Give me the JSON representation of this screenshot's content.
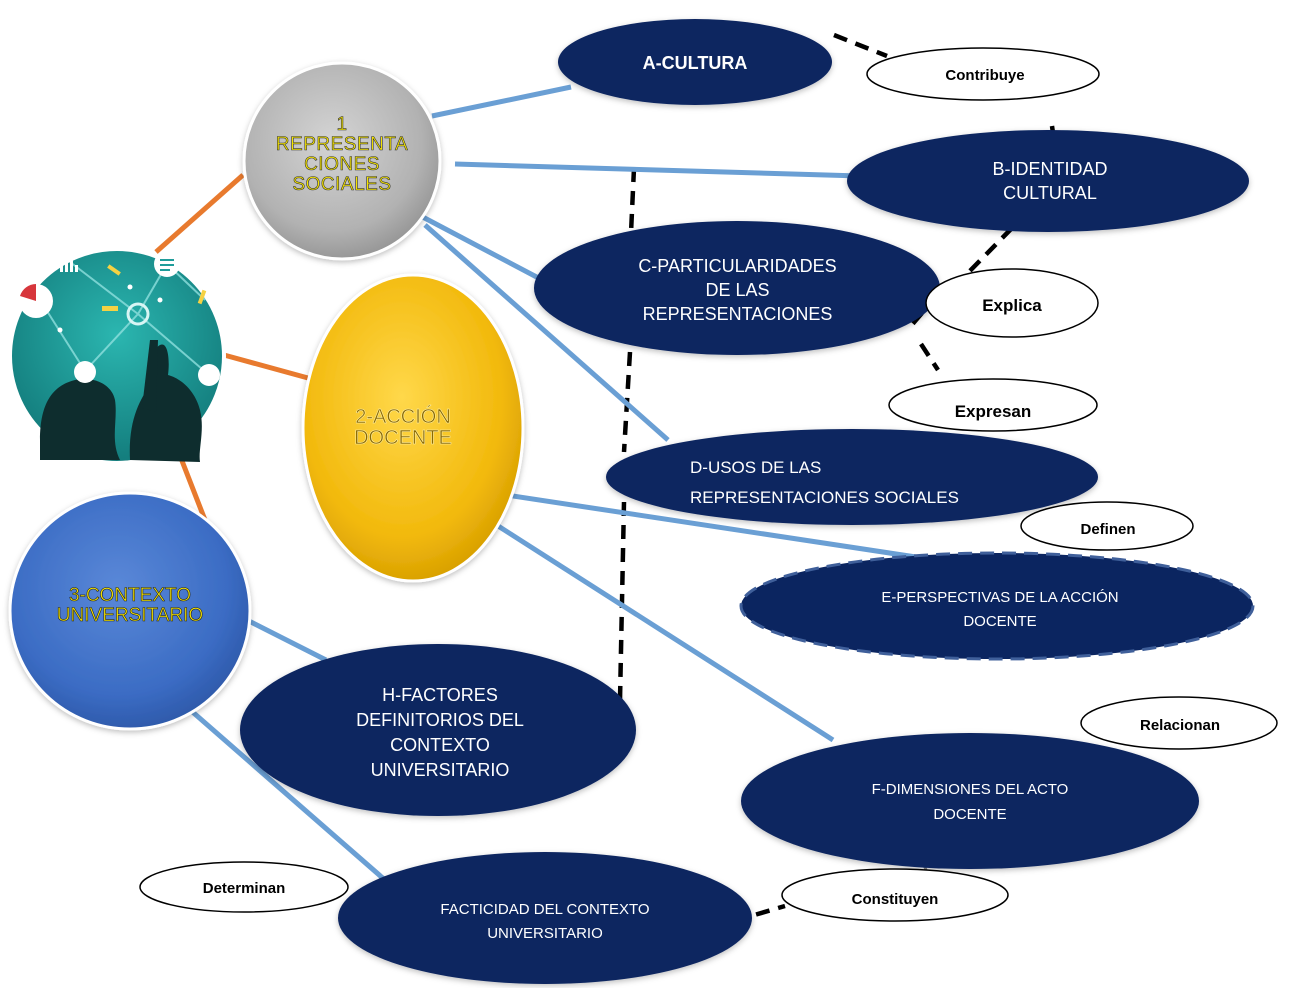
{
  "main_nodes": {
    "representaciones": "1\nREPRESENTA\nCIONES\nSOCIALES",
    "accion": "2-ACCIÓN\nDOCENTE",
    "contexto": "3-CONTEXTO\nUNIVERSITARIO"
  },
  "sub_nodes": {
    "cultura": "A-CULTURA",
    "identidad": "B-IDENTIDAD\nCULTURAL",
    "particularidades": "C-PARTICULARIDADES\nDE LAS\nREPRESENTACIONES",
    "usos": "D-USOS DE LAS\nREPRESENTACIONES  SOCIALES",
    "perspectivas": "E-PERSPECTIVAS DE LA ACCIÓN\nDOCENTE",
    "dimensiones": "F-DIMENSIONES DEL ACTO\nDOCENTE",
    "factores": "H-FACTORES\nDEFINITORIOS DEL\nCONTEXTO\nUNIVERSITARIO",
    "facticidad": "FACTICIDAD DEL CONTEXTO\nUNIVERSITARIO"
  },
  "connectors": {
    "contribuye": "Contribuye",
    "explica": "Explica",
    "expresan": "Expresan",
    "definen": "Definen",
    "relacionan": "Relacionan",
    "constituyen": "Constituyen",
    "determinan": "Determinan"
  },
  "colors": {
    "navy": "#0b2560",
    "blue_line": "#6a9fd4",
    "orange_line": "#e87a2e",
    "gray_node": "#b4b4b4",
    "gold_node": "#f2b90c",
    "blue_node": "#3b6cc4",
    "teal_image": "#1f9c9a",
    "label_yellow": "#f6e500"
  },
  "image": {
    "icon": "people-network-illustration"
  }
}
